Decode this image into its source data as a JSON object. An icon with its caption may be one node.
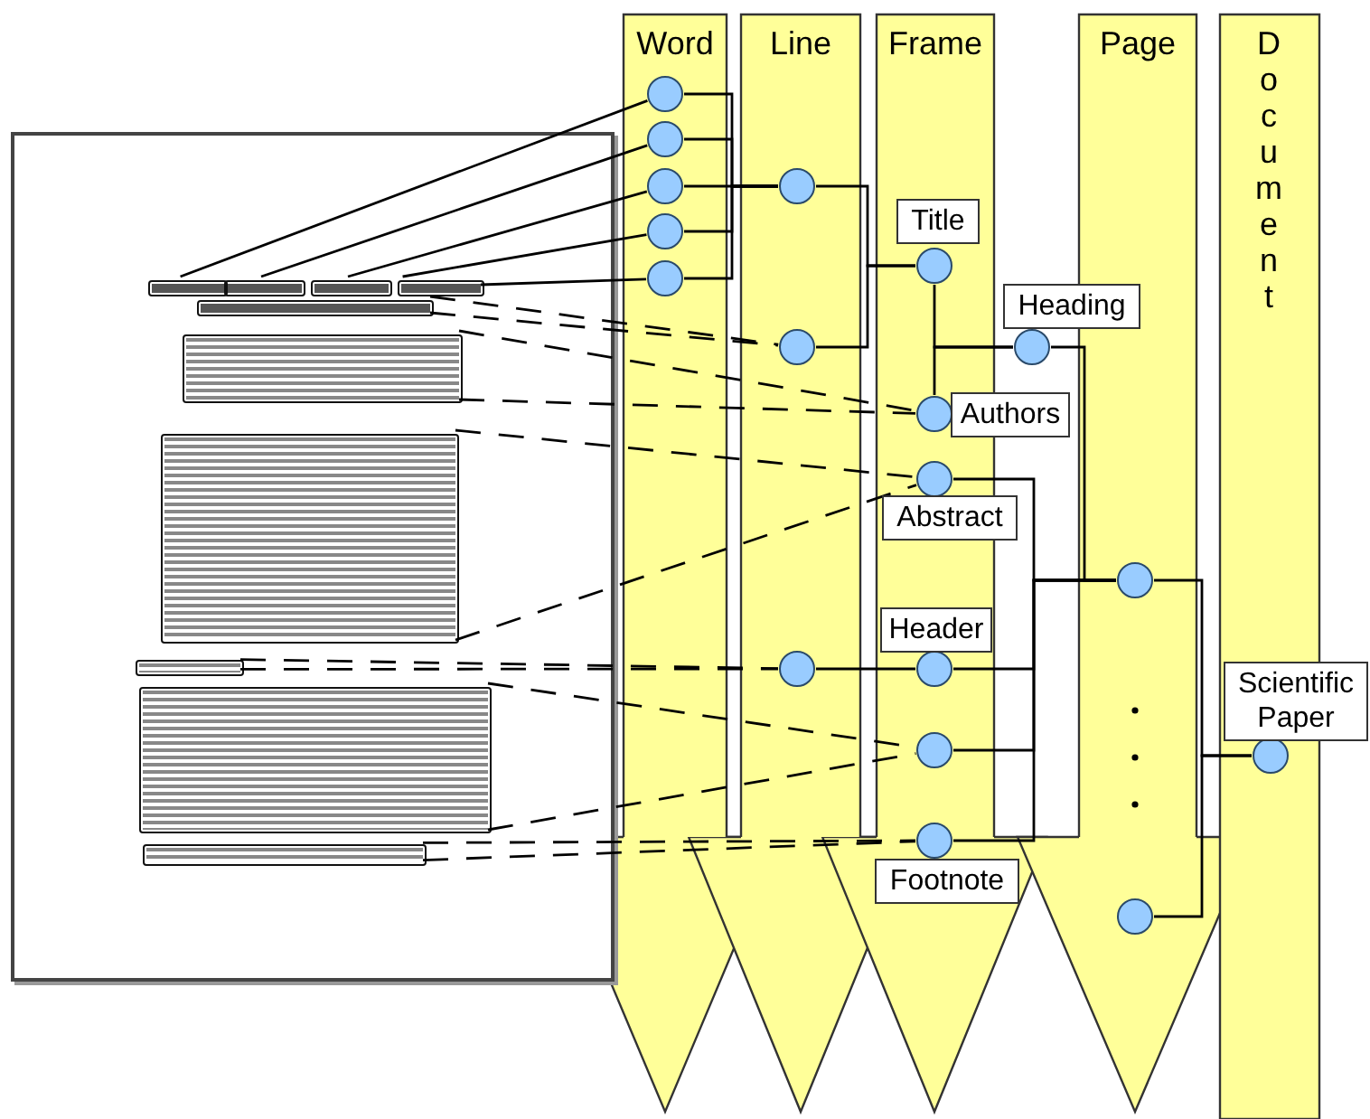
{
  "diagram": {
    "nodes": [
      {
        "text": [
          "Word"
        ]
      },
      {
        "text": [
          "Line"
        ]
      },
      {
        "text": [
          "Frame"
        ]
      },
      {
        "text": [
          "Page"
        ]
      },
      {
        "text": [
          "Document"
        ]
      },
      {
        "text": [],
        "shape": "box"
      },
      {
        "text": [],
        "shape": "box",
        "in": 5
      },
      {
        "text": [],
        "shape": "box",
        "in": 5
      },
      {
        "text": [],
        "shape": "box",
        "in": 5
      },
      {
        "text": [],
        "shape": "box",
        "in": 5
      },
      {
        "text": [],
        "shape": "box",
        "in": 5
      },
      {
        "text": [],
        "shape": "box",
        "in": 5
      },
      {
        "text": [],
        "shape": "box",
        "in": 5
      },
      {
        "text": [],
        "shape": "box",
        "in": 5
      },
      {
        "text": [],
        "shape": "box",
        "in": 5
      },
      {
        "text": [],
        "shape": "box",
        "in": 5
      },
      {
        "text": [],
        "shape": "circle",
        "in": 0
      },
      {
        "text": [],
        "shape": "circle",
        "in": 0
      },
      {
        "text": [],
        "shape": "circle",
        "in": 0
      },
      {
        "text": [],
        "shape": "circle",
        "in": 0
      },
      {
        "text": [],
        "shape": "circle",
        "in": 0
      },
      {
        "text": [],
        "shape": "circle",
        "in": 1
      },
      {
        "text": [],
        "shape": "circle",
        "in": 1
      },
      {
        "text": [],
        "shape": "circle",
        "in": 1
      },
      {
        "text": [
          "Title"
        ],
        "in": 2
      },
      {
        "text": [],
        "shape": "circle",
        "in": 2
      },
      {
        "text": [
          "Heading"
        ]
      },
      {
        "text": [],
        "shape": "circle"
      },
      {
        "text": [],
        "shape": "circle",
        "in": 2
      },
      {
        "text": [
          "Authors"
        ]
      },
      {
        "text": [],
        "shape": "circle",
        "in": 2
      },
      {
        "text": [
          "Abstract"
        ]
      },
      {
        "text": [
          "Header"
        ],
        "in": 2
      },
      {
        "text": [],
        "shape": "circle",
        "in": 2
      },
      {
        "text": [],
        "shape": "circle",
        "in": 2
      },
      {
        "text": [],
        "shape": "circle"
      },
      {
        "text": [
          "Footnote"
        ]
      },
      {
        "text": [],
        "shape": "circle",
        "in": 3
      },
      {
        "text": [],
        "shape": "circle"
      },
      {
        "text": [
          "Scientific Paper"
        ]
      },
      {
        "text": [],
        "shape": "circle",
        "in": 4
      }
    ],
    "edges": [
      {
        "from": 6,
        "to": 16,
        "arrow": "none"
      },
      {
        "from": 7,
        "to": 17,
        "arrow": "none"
      },
      {
        "from": 8,
        "to": 18,
        "arrow": "none"
      },
      {
        "from": 9,
        "to": 19,
        "arrow": "none"
      },
      {
        "from": 9,
        "to": 20,
        "arrow": "none"
      },
      {
        "from": 10,
        "to": 22,
        "arrow": "none",
        "style": "dashed"
      },
      {
        "from": 10,
        "to": 22,
        "arrow": "none",
        "style": "dashed"
      },
      {
        "from": 11,
        "to": 28,
        "arrow": "none",
        "style": "dashed"
      },
      {
        "from": 11,
        "to": 28,
        "arrow": "none",
        "style": "dashed"
      },
      {
        "from": 12,
        "to": 30,
        "arrow": "none",
        "style": "dashed"
      },
      {
        "from": 12,
        "to": 30,
        "arrow": "none",
        "style": "dashed"
      },
      {
        "from": 13,
        "to": 23,
        "arrow": "none",
        "style": "dashed"
      },
      {
        "from": 13,
        "to": 23,
        "arrow": "none",
        "style": "dashed"
      },
      {
        "from": 14,
        "to": 34,
        "arrow": "none",
        "style": "dashed"
      },
      {
        "from": 14,
        "to": 34,
        "arrow": "none",
        "style": "dashed"
      },
      {
        "from": 15,
        "to": 35,
        "arrow": "none",
        "style": "dashed"
      },
      {
        "from": 15,
        "to": 35,
        "arrow": "none",
        "style": "dashed"
      },
      {
        "from": 16,
        "to": 21,
        "arrow": "none"
      },
      {
        "from": 17,
        "to": 21,
        "arrow": "none"
      },
      {
        "from": 18,
        "to": 21,
        "arrow": "none"
      },
      {
        "from": 19,
        "to": 21,
        "arrow": "none"
      },
      {
        "from": 20,
        "to": 21,
        "arrow": "none"
      },
      {
        "from": 21,
        "to": 25,
        "arrow": "none"
      },
      {
        "from": 22,
        "to": 25,
        "arrow": "none"
      },
      {
        "from": 25,
        "to": 27,
        "arrow": "none"
      },
      {
        "from": 28,
        "to": 27,
        "arrow": "none"
      },
      {
        "from": 23,
        "to": 33,
        "arrow": "none"
      },
      {
        "from": 30,
        "to": 37,
        "arrow": "none"
      },
      {
        "from": 33,
        "to": 37,
        "arrow": "none"
      },
      {
        "from": 34,
        "to": 37,
        "arrow": "none"
      },
      {
        "from": 35,
        "to": 37,
        "arrow": "none"
      },
      {
        "from": 27,
        "to": 37,
        "arrow": "none"
      },
      {
        "from": 37,
        "to": 40,
        "arrow": "none"
      },
      {
        "from": 38,
        "to": 40,
        "arrow": "none"
      }
    ]
  }
}
